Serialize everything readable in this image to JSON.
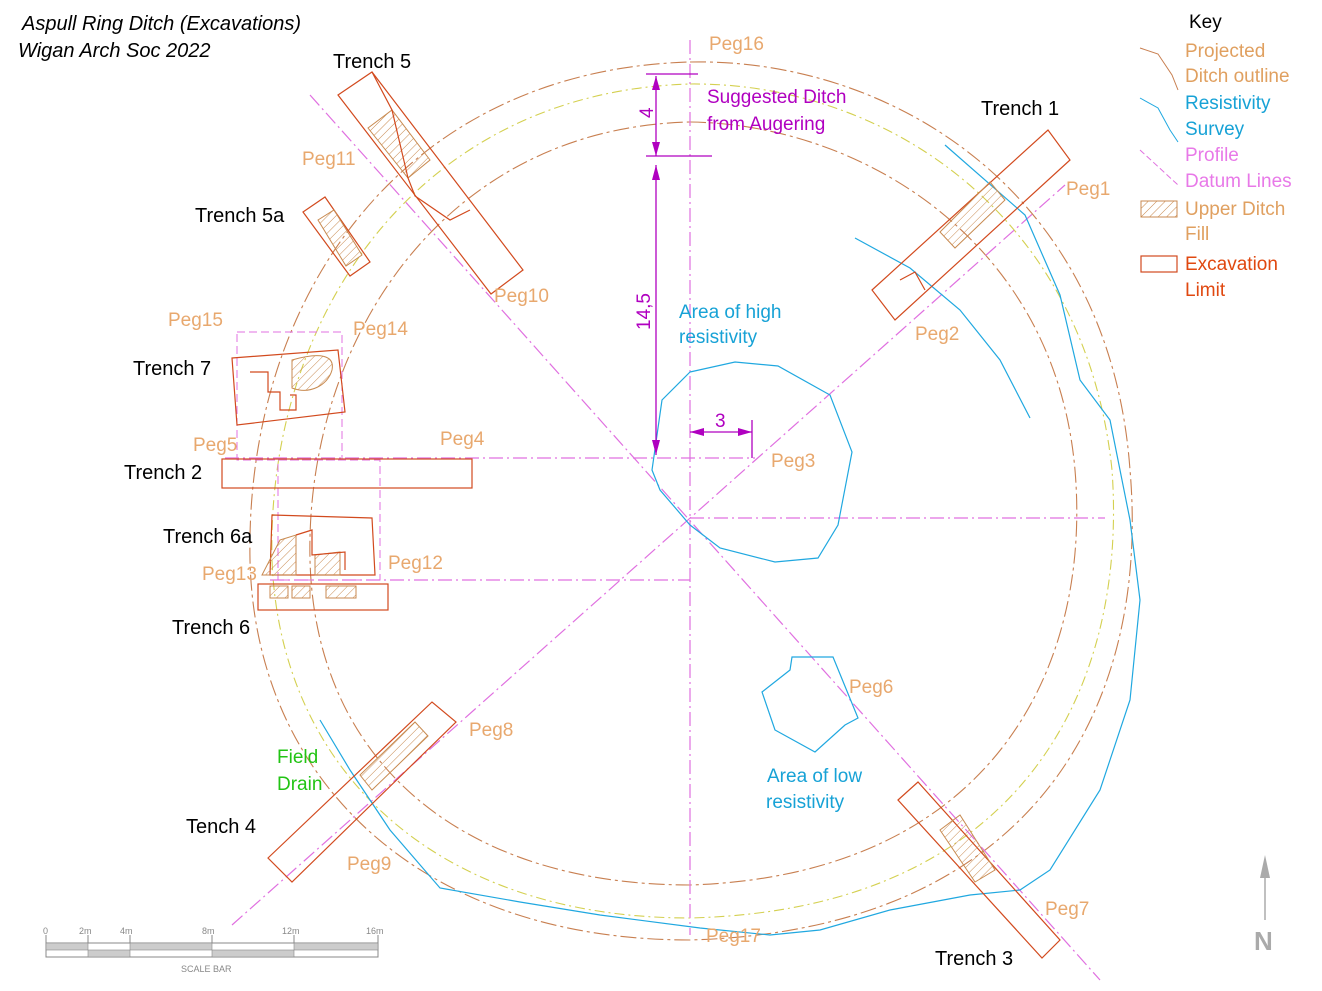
{
  "title": {
    "line1": "Aspull Ring Ditch (Excavations)",
    "line2": "Wigan Arch Soc 2022"
  },
  "trenches": {
    "t1": "Trench 1",
    "t2": "Trench 2",
    "t3": "Trench 3",
    "t4": "Tench 4",
    "t5": "Trench 5",
    "t5a": "Trench 5a",
    "t6": "Trench 6",
    "t6a": "Trench 6a",
    "t7": "Trench 7"
  },
  "pegs": {
    "p1": "Peg1",
    "p2": "Peg2",
    "p3": "Peg3",
    "p4": "Peg4",
    "p5": "Peg5",
    "p6": "Peg6",
    "p7": "Peg7",
    "p8": "Peg8",
    "p9": "Peg9",
    "p10": "Peg10",
    "p11": "Peg11",
    "p12": "Peg12",
    "p13": "Peg13",
    "p14": "Peg14",
    "p15": "Peg15",
    "p16": "Peg16",
    "p17": "Peg17"
  },
  "annotations": {
    "suggested_line1": "Suggested Ditch",
    "suggested_line2": "from Augering",
    "high_res_line1": "Area of high",
    "high_res_line2": "resistivity",
    "low_res_line1": "Area of low",
    "low_res_line2": "resistivity",
    "field_drain_line1": "Field",
    "field_drain_line2": "Drain"
  },
  "dimensions": {
    "d4": "4",
    "d14_5": "14,5",
    "d3": "3"
  },
  "key": {
    "title": "Key",
    "projected_1": "Projected",
    "projected_2": "Ditch outline",
    "resistivity_1": "Resistivity",
    "resistivity_2": "Survey",
    "profile": "Profile",
    "datum": "Datum Lines",
    "upper_1": "Upper Ditch",
    "upper_2": "Fill",
    "excavation_1": "Excavation",
    "excavation_2": "Limit"
  },
  "scale_bar": {
    "ticks": [
      "0",
      "2m",
      "4m",
      "8m",
      "12m",
      "16m"
    ],
    "caption": "SCALE BAR"
  },
  "north": "N",
  "colors": {
    "ditch_outline": "#C87F50",
    "resistivity": "#20A8E0",
    "profile": "#E070E0",
    "datum": "#E070E0",
    "excavation": "#D24A1E",
    "dimension": "#B000C0",
    "field_drain": "#22C414",
    "peg_label": "#E8A86E"
  }
}
